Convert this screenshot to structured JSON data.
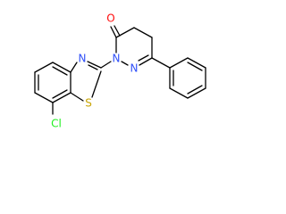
{
  "molecule": {
    "atoms": {
      "oxygen": {
        "symbol": "O",
        "color": "#ff0d0d"
      },
      "n_ring_a": {
        "symbol": "N",
        "color": "#3050f8"
      },
      "n_ring_b": {
        "symbol": "N",
        "color": "#3050f8"
      },
      "n_thiazole": {
        "symbol": "N",
        "color": "#3050f8"
      },
      "sulfur": {
        "symbol": "S",
        "color": "#c8a400"
      },
      "chlorine": {
        "symbol": "Cl",
        "color": "#1ff01f"
      }
    },
    "bond_color": "#000000"
  }
}
